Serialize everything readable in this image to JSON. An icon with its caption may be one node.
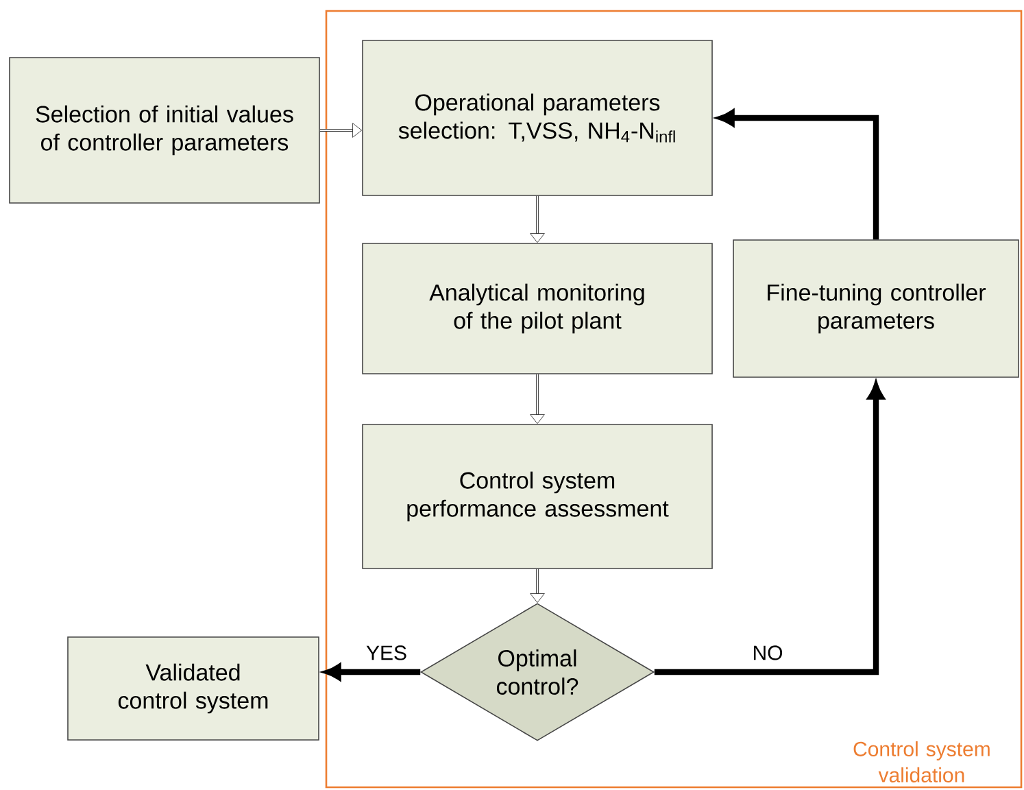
{
  "diagram": {
    "nodes": [
      {
        "text": [
          "Control system validation"
        ]
      },
      {
        "text": [
          "Selection of initial values of controller parameters"
        ]
      },
      {
        "text": [
          "Operational parameters selection: T,VSS, NH$_{4}$-N$_{infl}$"
        ],
        "in": 0
      },
      {
        "text": [
          "Analytical monitoring of the pilot plant"
        ],
        "in": 0
      },
      {
        "text": [
          "Control system performance assessment"
        ],
        "in": 0
      },
      {
        "text": [
          "Optimal control?"
        ],
        "in": 0
      },
      {
        "text": [
          "Fine-tuning controller parameters"
        ],
        "in": 0
      },
      {
        "text": [
          "Validated control system"
        ]
      }
    ],
    "edges": [
      {
        "from": 1,
        "to": 2,
        "arrow": "to"
      },
      {
        "from": 2,
        "to": 3,
        "arrow": "to"
      },
      {
        "from": 3,
        "to": 4,
        "arrow": "to"
      },
      {
        "from": 4,
        "to": 5,
        "arrow": "to"
      },
      {
        "from": 5,
        "to": 7,
        "arrow": "to",
        "label": "YES",
        "style": "thick"
      },
      {
        "from": 5,
        "to": 6,
        "arrow": "to",
        "label": "NO",
        "style": "thick"
      },
      {
        "from": 6,
        "to": 2,
        "arrow": "to",
        "style": "thick"
      }
    ]
  }
}
